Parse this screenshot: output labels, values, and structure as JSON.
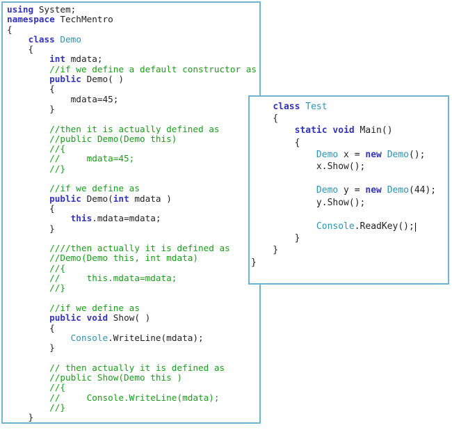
{
  "app": {
    "description": "C# code tutorial screenshot showing a Demo class (left panel) and a Test class with Main method (right, overlapping panel)"
  },
  "colors": {
    "keyword": "#3333bb",
    "type": "#2e92ae",
    "comment": "#1a9c1a",
    "plain": "#1f1f1f",
    "border": "#6fb3cf",
    "background": "#ffffff"
  },
  "left_panel": {
    "title": "Demo class source",
    "lines": [
      [
        [
          "k",
          "using"
        ],
        [
          "p",
          " System;"
        ]
      ],
      [
        [
          "k",
          "namespace"
        ],
        [
          "p",
          " TechMentro"
        ]
      ],
      [
        [
          "p",
          "{"
        ]
      ],
      [
        [
          "p",
          "    "
        ],
        [
          "k",
          "class"
        ],
        [
          "p",
          " "
        ],
        [
          "t",
          "Demo"
        ]
      ],
      [
        [
          "p",
          "    {"
        ]
      ],
      [
        [
          "p",
          "        "
        ],
        [
          "k",
          "int"
        ],
        [
          "p",
          " mdata;"
        ]
      ],
      [
        [
          "c",
          "        //if we define a default constructor as"
        ]
      ],
      [
        [
          "p",
          "        "
        ],
        [
          "k",
          "public"
        ],
        [
          "p",
          " Demo( )"
        ]
      ],
      [
        [
          "p",
          "        {"
        ]
      ],
      [
        [
          "p",
          "            mdata=45;"
        ]
      ],
      [
        [
          "p",
          "        }"
        ]
      ],
      [],
      [
        [
          "c",
          "        //then it is actually defined as"
        ]
      ],
      [
        [
          "c",
          "        //public Demo(Demo this)"
        ]
      ],
      [
        [
          "c",
          "        //{"
        ]
      ],
      [
        [
          "c",
          "        //     mdata=45;"
        ]
      ],
      [
        [
          "c",
          "        //}"
        ]
      ],
      [],
      [
        [
          "c",
          "        //if we define as"
        ]
      ],
      [
        [
          "p",
          "        "
        ],
        [
          "k",
          "public"
        ],
        [
          "p",
          " Demo("
        ],
        [
          "k",
          "int"
        ],
        [
          "p",
          " mdata )"
        ]
      ],
      [
        [
          "p",
          "        {"
        ]
      ],
      [
        [
          "p",
          "            "
        ],
        [
          "k",
          "this"
        ],
        [
          "p",
          ".mdata=mdata;"
        ]
      ],
      [
        [
          "p",
          "        }"
        ]
      ],
      [],
      [
        [
          "c",
          "        ////then actually it is defined as"
        ]
      ],
      [
        [
          "c",
          "        //Demo(Demo this, int mdata)"
        ]
      ],
      [
        [
          "c",
          "        //{"
        ]
      ],
      [
        [
          "c",
          "        //     this.mdata=mdata;"
        ]
      ],
      [
        [
          "c",
          "        //}"
        ]
      ],
      [],
      [
        [
          "c",
          "        //if we define as"
        ]
      ],
      [
        [
          "p",
          "        "
        ],
        [
          "k",
          "public"
        ],
        [
          "p",
          " "
        ],
        [
          "k",
          "void"
        ],
        [
          "p",
          " Show( )"
        ]
      ],
      [
        [
          "p",
          "        {"
        ]
      ],
      [
        [
          "p",
          "            "
        ],
        [
          "t",
          "Console"
        ],
        [
          "p",
          ".WriteLine(mdata);"
        ]
      ],
      [
        [
          "p",
          "        }"
        ]
      ],
      [],
      [
        [
          "c",
          "        // then actually it is defined as"
        ]
      ],
      [
        [
          "c",
          "        //public Show(Demo this )"
        ]
      ],
      [
        [
          "c",
          "        //{"
        ]
      ],
      [
        [
          "c",
          "        //     Console.WriteLine(mdata);"
        ]
      ],
      [
        [
          "c",
          "        //}"
        ]
      ],
      [
        [
          "p",
          "    }"
        ]
      ]
    ]
  },
  "right_panel": {
    "title": "Test class source",
    "lines": [
      [
        [
          "p",
          "    "
        ],
        [
          "k",
          "class"
        ],
        [
          "p",
          " "
        ],
        [
          "t",
          "Test"
        ]
      ],
      [
        [
          "p",
          "    {"
        ]
      ],
      [
        [
          "p",
          "        "
        ],
        [
          "k",
          "static"
        ],
        [
          "p",
          " "
        ],
        [
          "k",
          "void"
        ],
        [
          "p",
          " Main()"
        ]
      ],
      [
        [
          "p",
          "        {"
        ]
      ],
      [
        [
          "p",
          "            "
        ],
        [
          "t",
          "Demo"
        ],
        [
          "p",
          " x = "
        ],
        [
          "k",
          "new"
        ],
        [
          "p",
          " "
        ],
        [
          "t",
          "Demo"
        ],
        [
          "p",
          "();"
        ]
      ],
      [
        [
          "p",
          "            x.Show();"
        ]
      ],
      [],
      [
        [
          "p",
          "            "
        ],
        [
          "t",
          "Demo"
        ],
        [
          "p",
          " y = "
        ],
        [
          "k",
          "new"
        ],
        [
          "p",
          " "
        ],
        [
          "t",
          "Demo"
        ],
        [
          "p",
          "(44);"
        ]
      ],
      [
        [
          "p",
          "            y.Show();"
        ]
      ],
      [],
      [
        [
          "p",
          "            "
        ],
        [
          "t",
          "Console"
        ],
        [
          "p",
          ".ReadKey();"
        ],
        [
          "caret",
          ""
        ]
      ],
      [
        [
          "p",
          "        }"
        ]
      ],
      [
        [
          "p",
          "    }"
        ]
      ],
      [
        [
          "p",
          "}"
        ]
      ]
    ]
  }
}
